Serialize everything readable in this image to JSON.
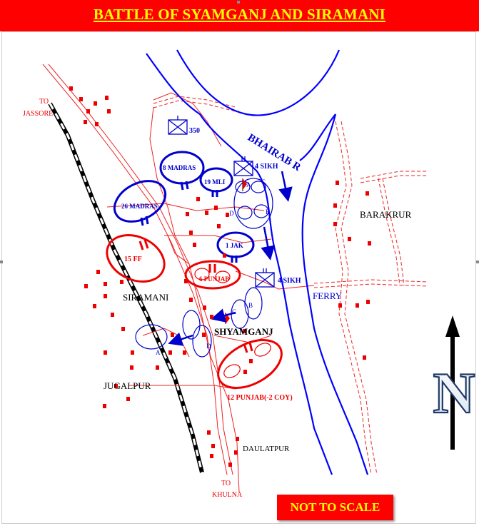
{
  "title": "BATTLE OF SYAMGANJ AND SIRAMANI",
  "footer_note": "NOT TO SCALE",
  "north": "N",
  "colors": {
    "friendly": "#0000cc",
    "enemy": "#ee0000",
    "title_bg": "#ff0000",
    "title_fg": "#ffff00"
  },
  "river": "BHAIRAB R",
  "ferry": "FERRY",
  "places": {
    "barakrur": "BARAKRUR",
    "siramani": "SIRAMANI",
    "shyamganj": "SHYAMGANJ",
    "jugalpur": "JUGALPUR",
    "daulatpur": "DAULATPUR",
    "to_jassore": [
      "TO",
      "JASSORE"
    ],
    "to_khulna": [
      "TO",
      "KHULNA"
    ]
  },
  "units": {
    "hq_350": "350",
    "madras_8": "8 MADRAS",
    "mli_19": "19 MLI",
    "sikh_4_north": "4 SIKH",
    "madras_26": "26 MADRAS",
    "ff_15": "15 FF",
    "jak_1": "1 JAK",
    "punjab_6": "6 PUNJAB",
    "sikh_4_south": "4 SIKH",
    "punjab_12": "12 PUNJAB(-2 COY)"
  },
  "company_letters": {
    "sikh_a": "A",
    "sikh_c": "C",
    "sikh_d": "D",
    "sikh_b": "B",
    "punjab_a": "A",
    "punjab_d": "D",
    "punjab_c": "C",
    "punjab_b": "B"
  }
}
